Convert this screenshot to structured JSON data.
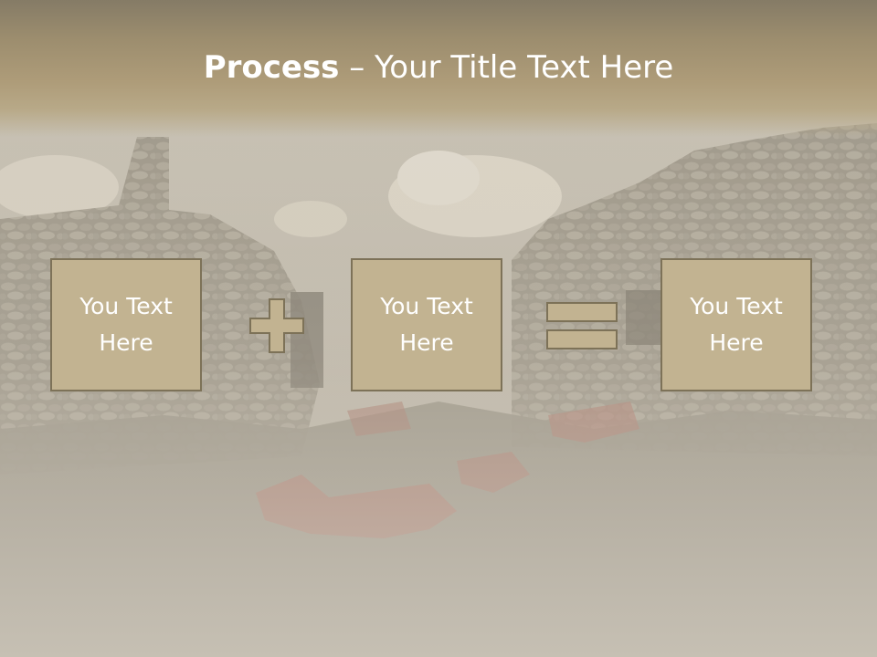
{
  "slide": {
    "title_bold": "Process",
    "title_rest": " – Your Title Text Here",
    "boxes": [
      {
        "label": "You Text\nHere"
      },
      {
        "label": "You Text\nHere"
      },
      {
        "label": "You Text\nHere"
      }
    ],
    "operators": [
      "plus-icon",
      "equals-icon"
    ]
  },
  "colors": {
    "title_band": "#a08f6e",
    "box_fill": "#c2b391",
    "box_border": "#7d7258",
    "text": "#ffffff"
  }
}
